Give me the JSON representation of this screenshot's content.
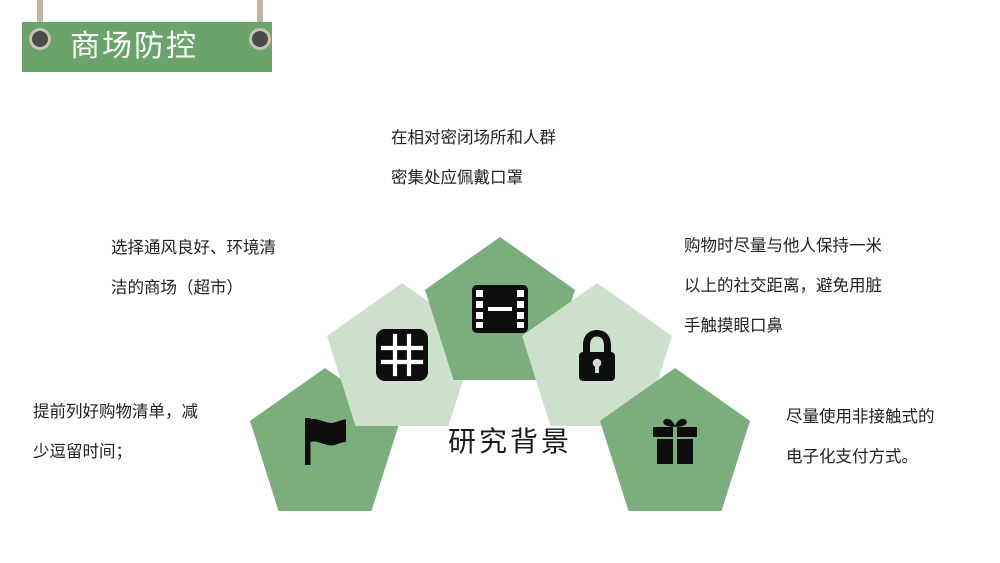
{
  "header": {
    "title": "商场防控",
    "banner_color": "#6ba46b",
    "rope_color": "#bdb6a4",
    "grommet_color": "#4a4a48",
    "title_color": "#ffffff"
  },
  "diagram": {
    "center_label": "研究背景",
    "colors": {
      "dark_green": "#7cad7c",
      "light_green": "#cce0cc",
      "icon_color": "#0d0d0d"
    },
    "nodes": [
      {
        "id": "bottom-left",
        "icon": "flag-icon",
        "shade": "dark"
      },
      {
        "id": "left-middle",
        "icon": "grid-hash-icon",
        "shade": "light"
      },
      {
        "id": "top-center",
        "icon": "film-strip-icon",
        "shade": "dark"
      },
      {
        "id": "right-middle",
        "icon": "lock-icon",
        "shade": "light"
      },
      {
        "id": "bottom-right",
        "icon": "gift-icon",
        "shade": "dark"
      }
    ]
  },
  "notes": {
    "top": {
      "line1": "在相对密闭场所和人群",
      "line2": "密集处应佩戴口罩"
    },
    "left_upper": {
      "line1": "选择通风良好、环境清",
      "line2": "洁的商场（超市）"
    },
    "left_lower": {
      "line1": "提前列好购物清单，减",
      "line2": "少逗留时间；"
    },
    "right_upper": {
      "line1": "购物时尽量与他人保持一米",
      "line2": "以上的社交距离，避免用脏",
      "line3": "手触摸眼口鼻"
    },
    "right_lower": {
      "line1": "尽量使用非接触式的",
      "line2": "电子化支付方式。"
    }
  }
}
